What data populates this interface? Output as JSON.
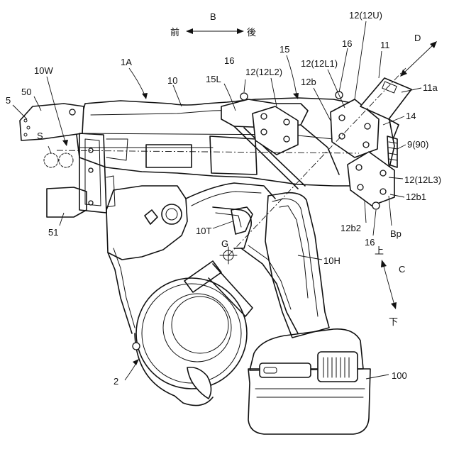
{
  "directions": {
    "front_back": {
      "letter": "B",
      "front": "前",
      "back": "後"
    },
    "up_down": {
      "letter": "C",
      "up": "上",
      "down": "下"
    },
    "axis_d": {
      "letter": "D"
    }
  },
  "reference_labels": {
    "l_1A": "1A",
    "l_10": "10",
    "l_10W": "10W",
    "l_5": "5",
    "l_50": "50",
    "l_S": "S",
    "l_51": "51",
    "l_15L": "15L",
    "l_16a": "16",
    "l_12L2": "12(12L2)",
    "l_15": "15",
    "l_12U": "12(12U)",
    "l_16b": "16",
    "l_12L1": "12(12L1)",
    "l_12b": "12b",
    "l_11": "11",
    "l_11a": "11a",
    "l_14": "14",
    "l_9_90": "9(90)",
    "l_12L3": "12(12L3)",
    "l_12b1": "12b1",
    "l_Bp": "Bp",
    "l_12b2": "12b2",
    "l_16c": "16",
    "l_10T": "10T",
    "l_G": "G",
    "l_10H": "10H",
    "l_2": "2",
    "l_100": "100"
  }
}
